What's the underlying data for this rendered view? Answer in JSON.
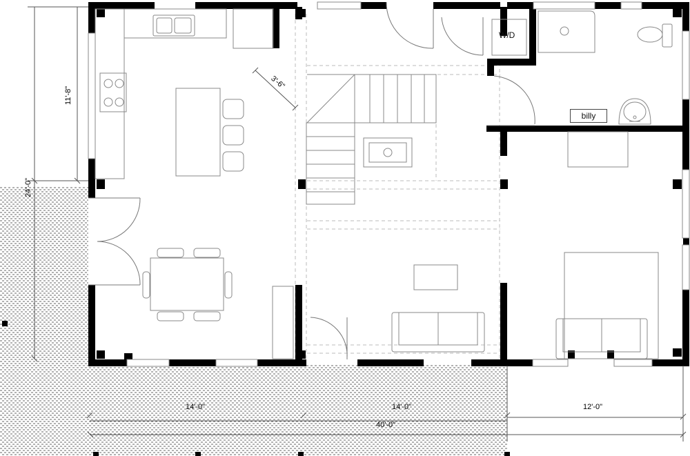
{
  "labels": {
    "washer_dryer": "W/D",
    "bath_tag": "billy"
  },
  "dimensions": {
    "kitchen_depth": "11'-8\"",
    "overall_depth": "24'-0\"",
    "door_clear": "3'-6\"",
    "bay_left": "14'-0\"",
    "bay_middle": "14'-0\"",
    "bay_right": "12'-0\"",
    "overall_width": "40'-0\""
  },
  "colors": {
    "wall": "#000000",
    "thin_line": "#777777",
    "dashed": "#aaaaaa",
    "deck_dot": "#555555"
  }
}
